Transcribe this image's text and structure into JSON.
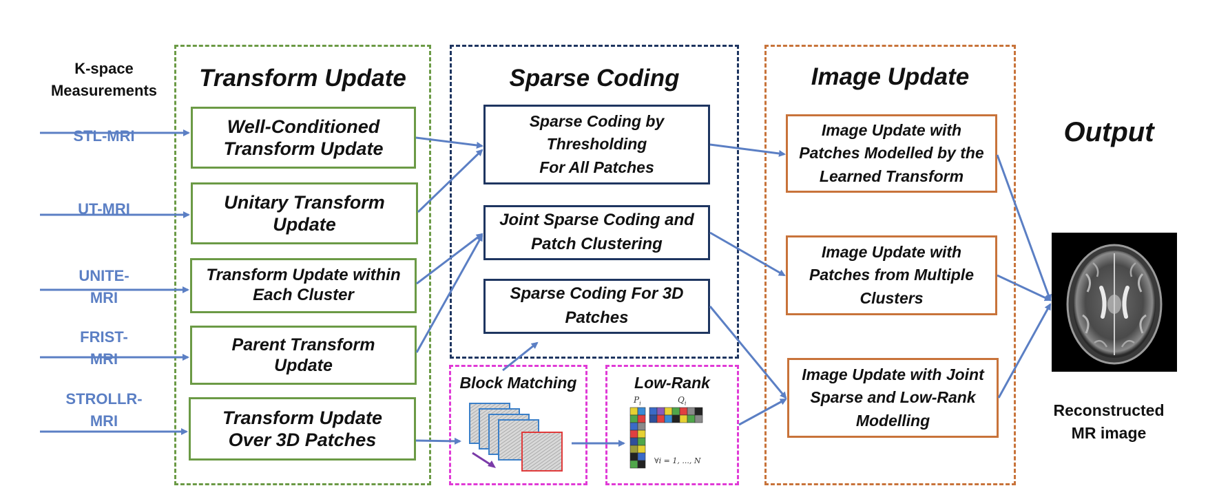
{
  "input": {
    "header": "K-space\nMeasurements",
    "methods": [
      "STL-MRI",
      "UT-MRI",
      "UNITE-\nMRI",
      "FRIST-\nMRI",
      "STROLLR-\nMRI"
    ]
  },
  "transform_update": {
    "title": "Transform Update",
    "boxes": [
      "Well-Conditioned\nTransform Update",
      "Unitary Transform\nUpdate",
      "Transform Update within\nEach Cluster",
      "Parent Transform\nUpdate",
      "Transform Update\nOver 3D Patches"
    ]
  },
  "sparse_coding": {
    "title": "Sparse Coding",
    "boxes": [
      "Sparse Coding by\nThresholding\nFor All Patches",
      "Joint Sparse Coding and\nPatch Clustering",
      "Sparse Coding For 3D\nPatches"
    ]
  },
  "block_matching": {
    "title": "Block Matching"
  },
  "low_rank": {
    "title": "Low-Rank",
    "p_label": "P",
    "p_sub": "i",
    "q_label": "Q",
    "q_sub": "i",
    "formula": "∀i = 1, ..., N"
  },
  "image_update": {
    "title": "Image Update",
    "boxes": [
      "Image Update with\nPatches Modelled by the\nLearned Transform",
      "Image Update with\nPatches from Multiple\nClusters",
      "Image Update with Joint\nSparse and Low-Rank\nModelling"
    ]
  },
  "output": {
    "title": "Output",
    "caption": "Reconstructed\nMR image"
  },
  "colors": {
    "arrow": "#5b7fc4",
    "green": "#6b9a45",
    "navy": "#1e3560",
    "orange": "#c8733a",
    "magenta": "#e03ad6",
    "label_blue": "#5b7fc4"
  }
}
